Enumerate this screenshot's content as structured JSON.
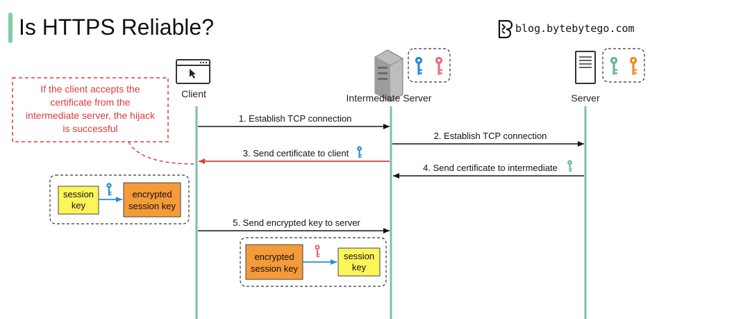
{
  "title": "Is HTTPS Reliable?",
  "brand": {
    "text": "blog.bytebytego.com",
    "icon": "bytebytego-logo-icon"
  },
  "actors": {
    "client": "Client",
    "intermediate": "Intermediate Server",
    "server": "Server"
  },
  "note": {
    "lines": [
      "If the client accepts the",
      "certificate from the",
      "intermediate server, the hijack",
      "is successful"
    ]
  },
  "messages": {
    "m1": "1. Establish TCP connection",
    "m2": "2. Establish TCP connection",
    "m3": "3. Send certificate to client",
    "m4": "4. Send certificate to intermediate",
    "m5": "5. Send encrypted key to server"
  },
  "client_keys": {
    "session_key": [
      "session",
      "key"
    ],
    "encrypted_key": [
      "encrypted",
      "session key"
    ]
  },
  "intermediate_keys": {
    "encrypted_key": [
      "encrypted",
      "session key"
    ],
    "session_key": [
      "session",
      "key"
    ]
  },
  "colors": {
    "lifeline": "#7fbfa0",
    "red": "#e03a3a",
    "blue_key": "#2a8bd8",
    "pink_key": "#e8707a",
    "green_key": "#6fb39a",
    "orange_key": "#f08a24",
    "yellow_box": "#fbf55a",
    "orange_box": "#f59a3a"
  }
}
